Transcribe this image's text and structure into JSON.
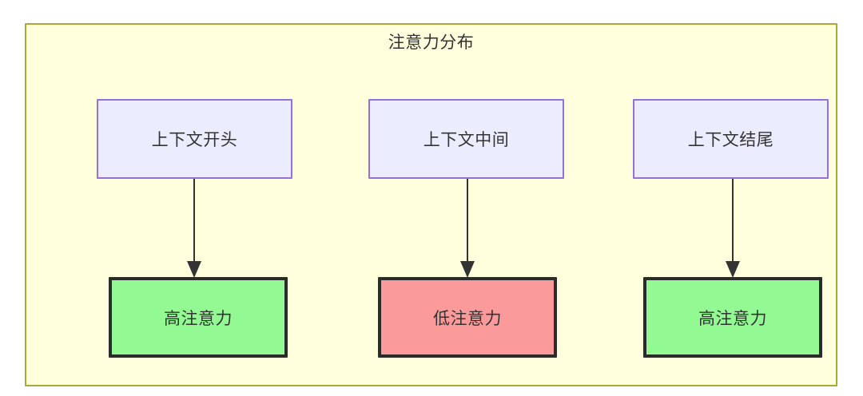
{
  "diagram": {
    "title": "注意力分布",
    "type": "flowchart",
    "container": {
      "name": "attention-distribution-group",
      "fill": "#ffffdd",
      "border": "#aaaa33"
    },
    "nodes": {
      "top": [
        {
          "id": "context-start",
          "label": "上下文开头",
          "fill": "#ececff",
          "border": "#9370db"
        },
        {
          "id": "context-middle",
          "label": "上下文中间",
          "fill": "#ececff",
          "border": "#9370db"
        },
        {
          "id": "context-end",
          "label": "上下文结尾",
          "fill": "#ececff",
          "border": "#9370db"
        }
      ],
      "bottom": [
        {
          "id": "high-attention-start",
          "label": "高注意力",
          "fill": "#93f993",
          "border": "#2b2b2b"
        },
        {
          "id": "low-attention-middle",
          "label": "低注意力",
          "fill": "#fb9a9a",
          "border": "#2b2b2b"
        },
        {
          "id": "high-attention-end",
          "label": "高注意力",
          "fill": "#93f993",
          "border": "#2b2b2b"
        }
      ]
    },
    "edges": [
      {
        "from": "context-start",
        "to": "high-attention-start",
        "style": "arrow",
        "color": "#333333"
      },
      {
        "from": "context-middle",
        "to": "low-attention-middle",
        "style": "arrow",
        "color": "#333333"
      },
      {
        "from": "context-end",
        "to": "high-attention-end",
        "style": "arrow",
        "color": "#333333"
      }
    ]
  }
}
